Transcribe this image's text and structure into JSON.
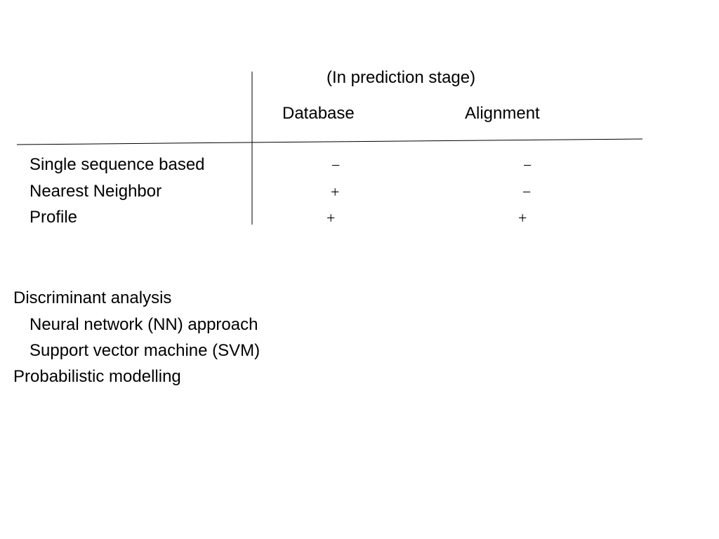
{
  "table": {
    "header_top": "(In prediction stage)",
    "columns": [
      "Database",
      "Alignment"
    ],
    "rows": [
      {
        "label": "Single sequence based",
        "database": "−",
        "alignment": "−"
      },
      {
        "label": "Nearest Neighbor",
        "database": "+",
        "alignment": "−"
      },
      {
        "label": "Profile",
        "database": "+",
        "alignment": "+"
      }
    ]
  },
  "list": {
    "items": [
      {
        "text": "Discriminant analysis"
      },
      {
        "text": "Neural network (NN) approach"
      },
      {
        "text": "Support vector machine (SVM)"
      },
      {
        "text": "Probabilistic modelling"
      }
    ]
  }
}
